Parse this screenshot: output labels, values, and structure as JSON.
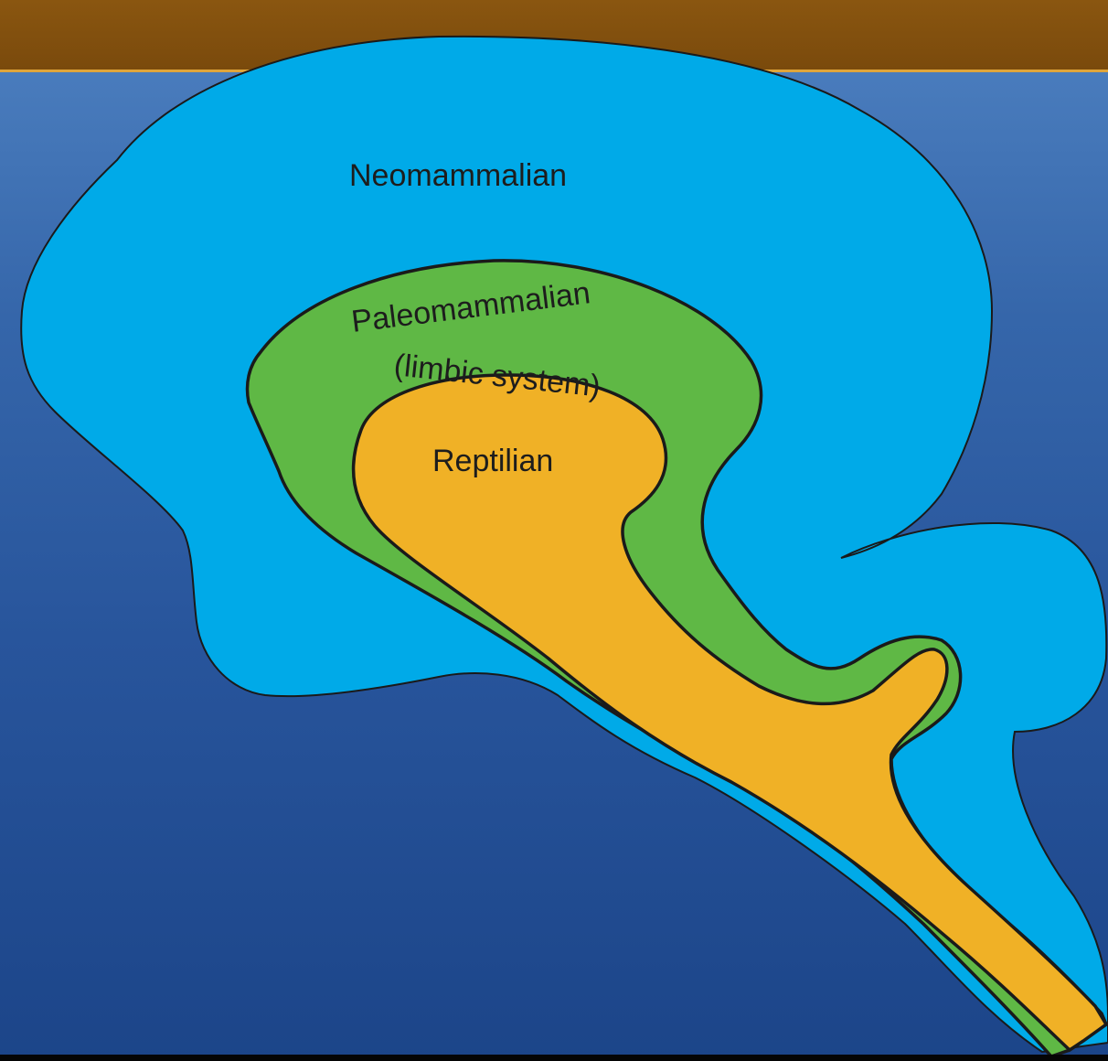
{
  "diagram": {
    "colors": {
      "neomammalian": "#00aae8",
      "paleomammalian": "#5fb845",
      "reptilian": "#f0b126",
      "outline": "#1a1a1a",
      "title_bar": "#7e4e0d",
      "background_top": "#4f82c2",
      "background_bottom": "#1c4589"
    },
    "labels": {
      "neomammalian": "Neomammalian",
      "paleomammalian": "Paleomammalian",
      "limbic": "(limbic system)",
      "reptilian": "Reptilian"
    }
  }
}
